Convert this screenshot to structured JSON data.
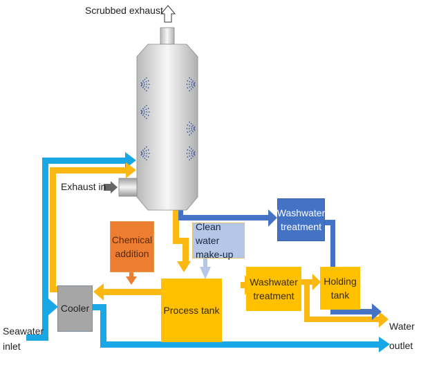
{
  "colors": {
    "seawater": "#1aa7e6",
    "washwater_loop": "#fbb813",
    "washwater_out": "#4472c4",
    "chemical": "#ed7d31",
    "clean_water": "#b4c7e7",
    "cooler": "#a6a6a6",
    "process": "#ffc000"
  },
  "labels": {
    "scrubbed_exhaust": "Scrubbed exhaust",
    "exhaust_in": "Exhaust in",
    "seawater_inlet_line1": "Seawater",
    "seawater_inlet_line2": "inlet",
    "water_outlet_line1": "Water",
    "water_outlet_line2": "outlet"
  },
  "boxes": {
    "washwater_treatment_blue": {
      "line1": "Washwater",
      "line2": "treatment"
    },
    "chemical_addition": {
      "line1": "Chemical",
      "line2": "addition"
    },
    "clean_water_makeup": {
      "line1": "Clean water",
      "line2": "make-up"
    },
    "washwater_treatment_yellow": {
      "line1": "Washwater",
      "line2": "treatment"
    },
    "holding_tank": {
      "line1": "Holding",
      "line2": "tank"
    },
    "cooler": {
      "line1": "Cooler"
    },
    "process_tank": {
      "line1": "Process tank"
    }
  }
}
